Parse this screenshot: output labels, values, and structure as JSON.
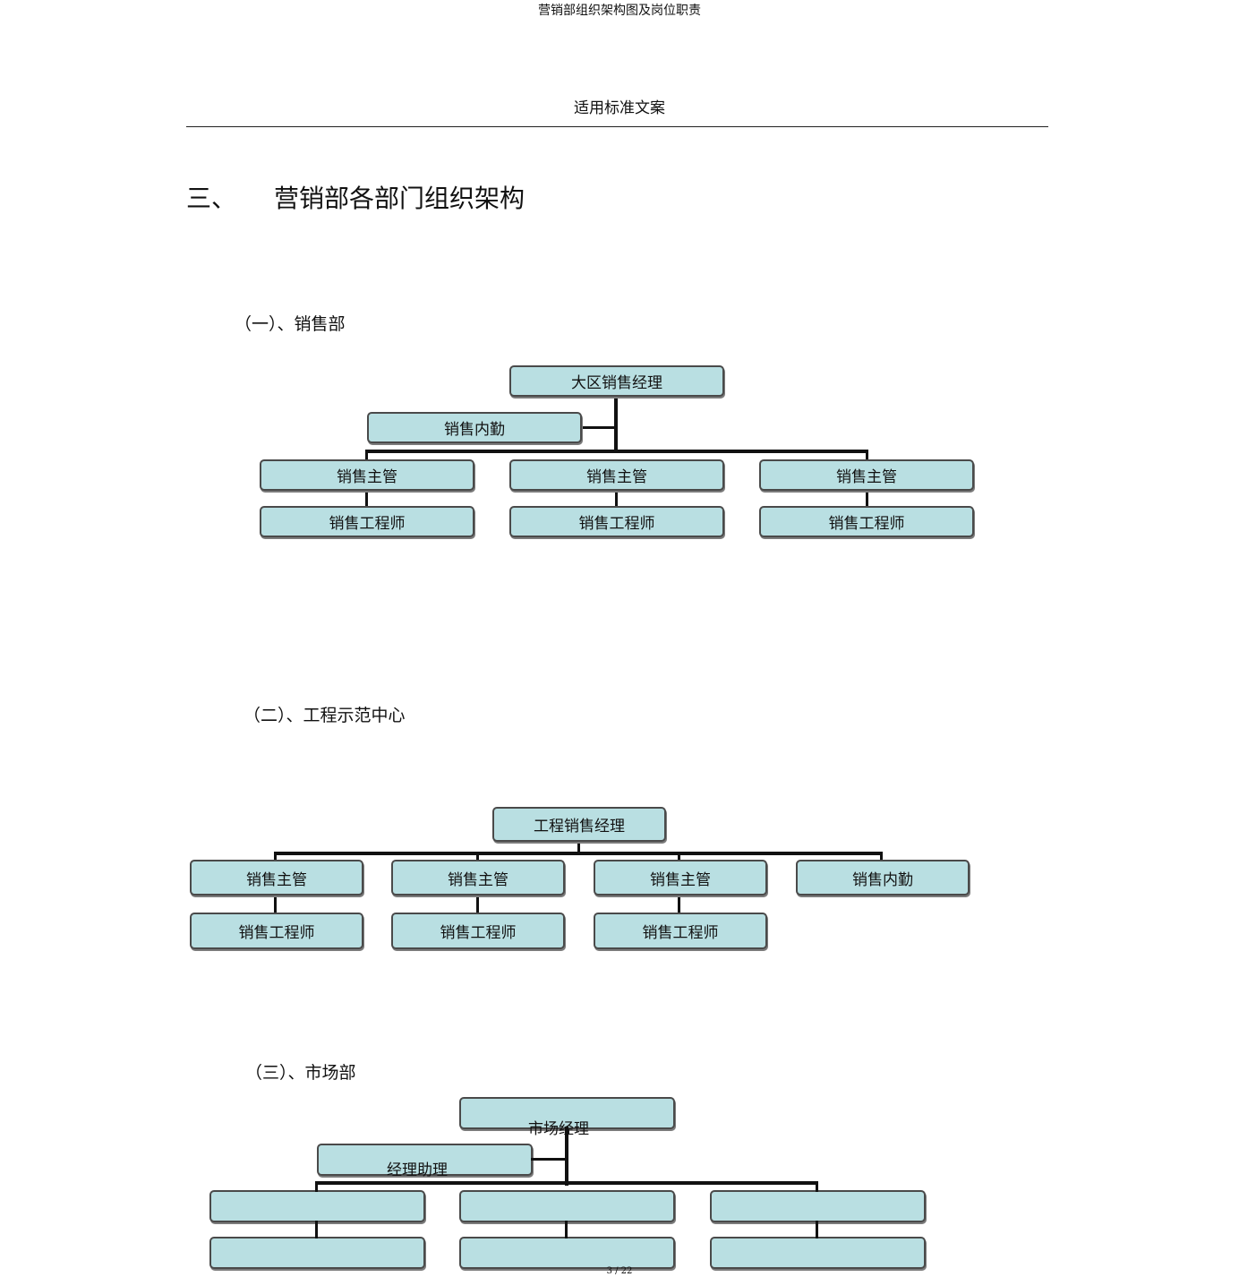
{
  "document": {
    "top_title": "营销部组织架构图及岗位职责",
    "header_title": "适用标准文案",
    "section": {
      "number": "三、",
      "title": "营销部各部门组织架构"
    },
    "page_number": "3 / 22"
  },
  "sales_dept": {
    "heading": "（一）、销售部",
    "manager": "大区销售经理",
    "assistant": "销售内勤",
    "supervisors": [
      "销售主管",
      "销售主管",
      "销售主管"
    ],
    "engineers": [
      "销售工程师",
      "销售工程师",
      "销售工程师"
    ]
  },
  "engineering_center": {
    "heading": "（二）、工程示范中心",
    "manager": "工程销售经理",
    "supervisors": [
      "销售主管",
      "销售主管",
      "销售主管"
    ],
    "assistant": "销售内勤",
    "engineers": [
      "销售工程师",
      "销售工程师",
      "销售工程师"
    ]
  },
  "marketing_dept": {
    "heading": "（三）、市场部",
    "manager": "市场经理",
    "assistant": "经理助理"
  },
  "colors": {
    "box_fill": "#b9dfe2",
    "box_border": "#4a4a4a",
    "connector": "#111111"
  }
}
